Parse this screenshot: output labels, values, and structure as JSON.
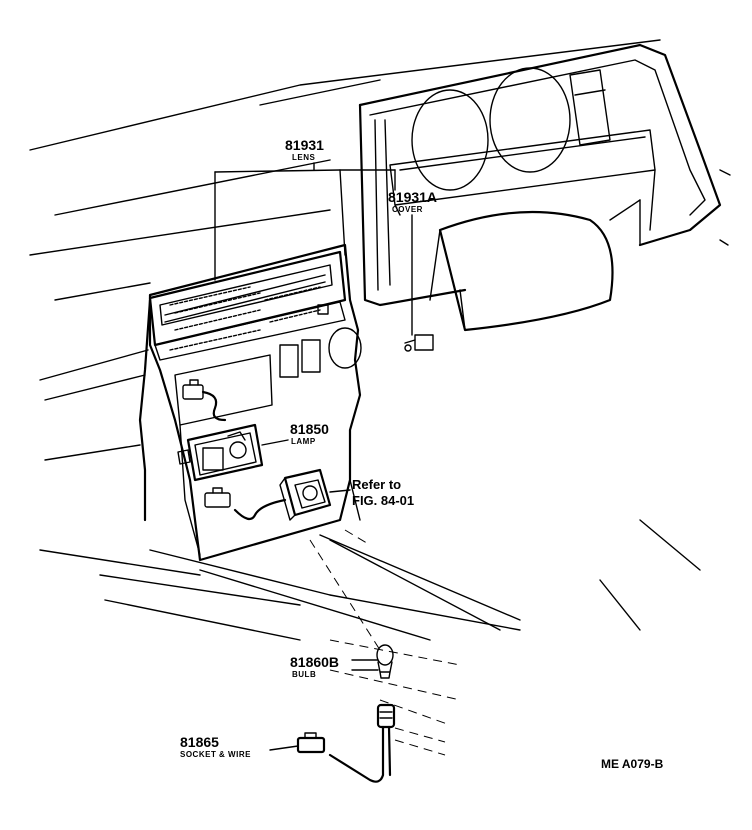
{
  "parts": {
    "lens": {
      "number": "81931",
      "name": "LENS"
    },
    "cover": {
      "number": "81931A",
      "name": "COVER"
    },
    "lamp": {
      "number": "81850",
      "name": "LAMP"
    },
    "bulb": {
      "number": "81860B",
      "name": "BULB"
    },
    "socket": {
      "number": "81865",
      "name": "SOCKET & WIRE"
    }
  },
  "reference": {
    "line1": "Refer to",
    "line2": "FIG. 84-01"
  },
  "drawing_code": "ME A079-B"
}
